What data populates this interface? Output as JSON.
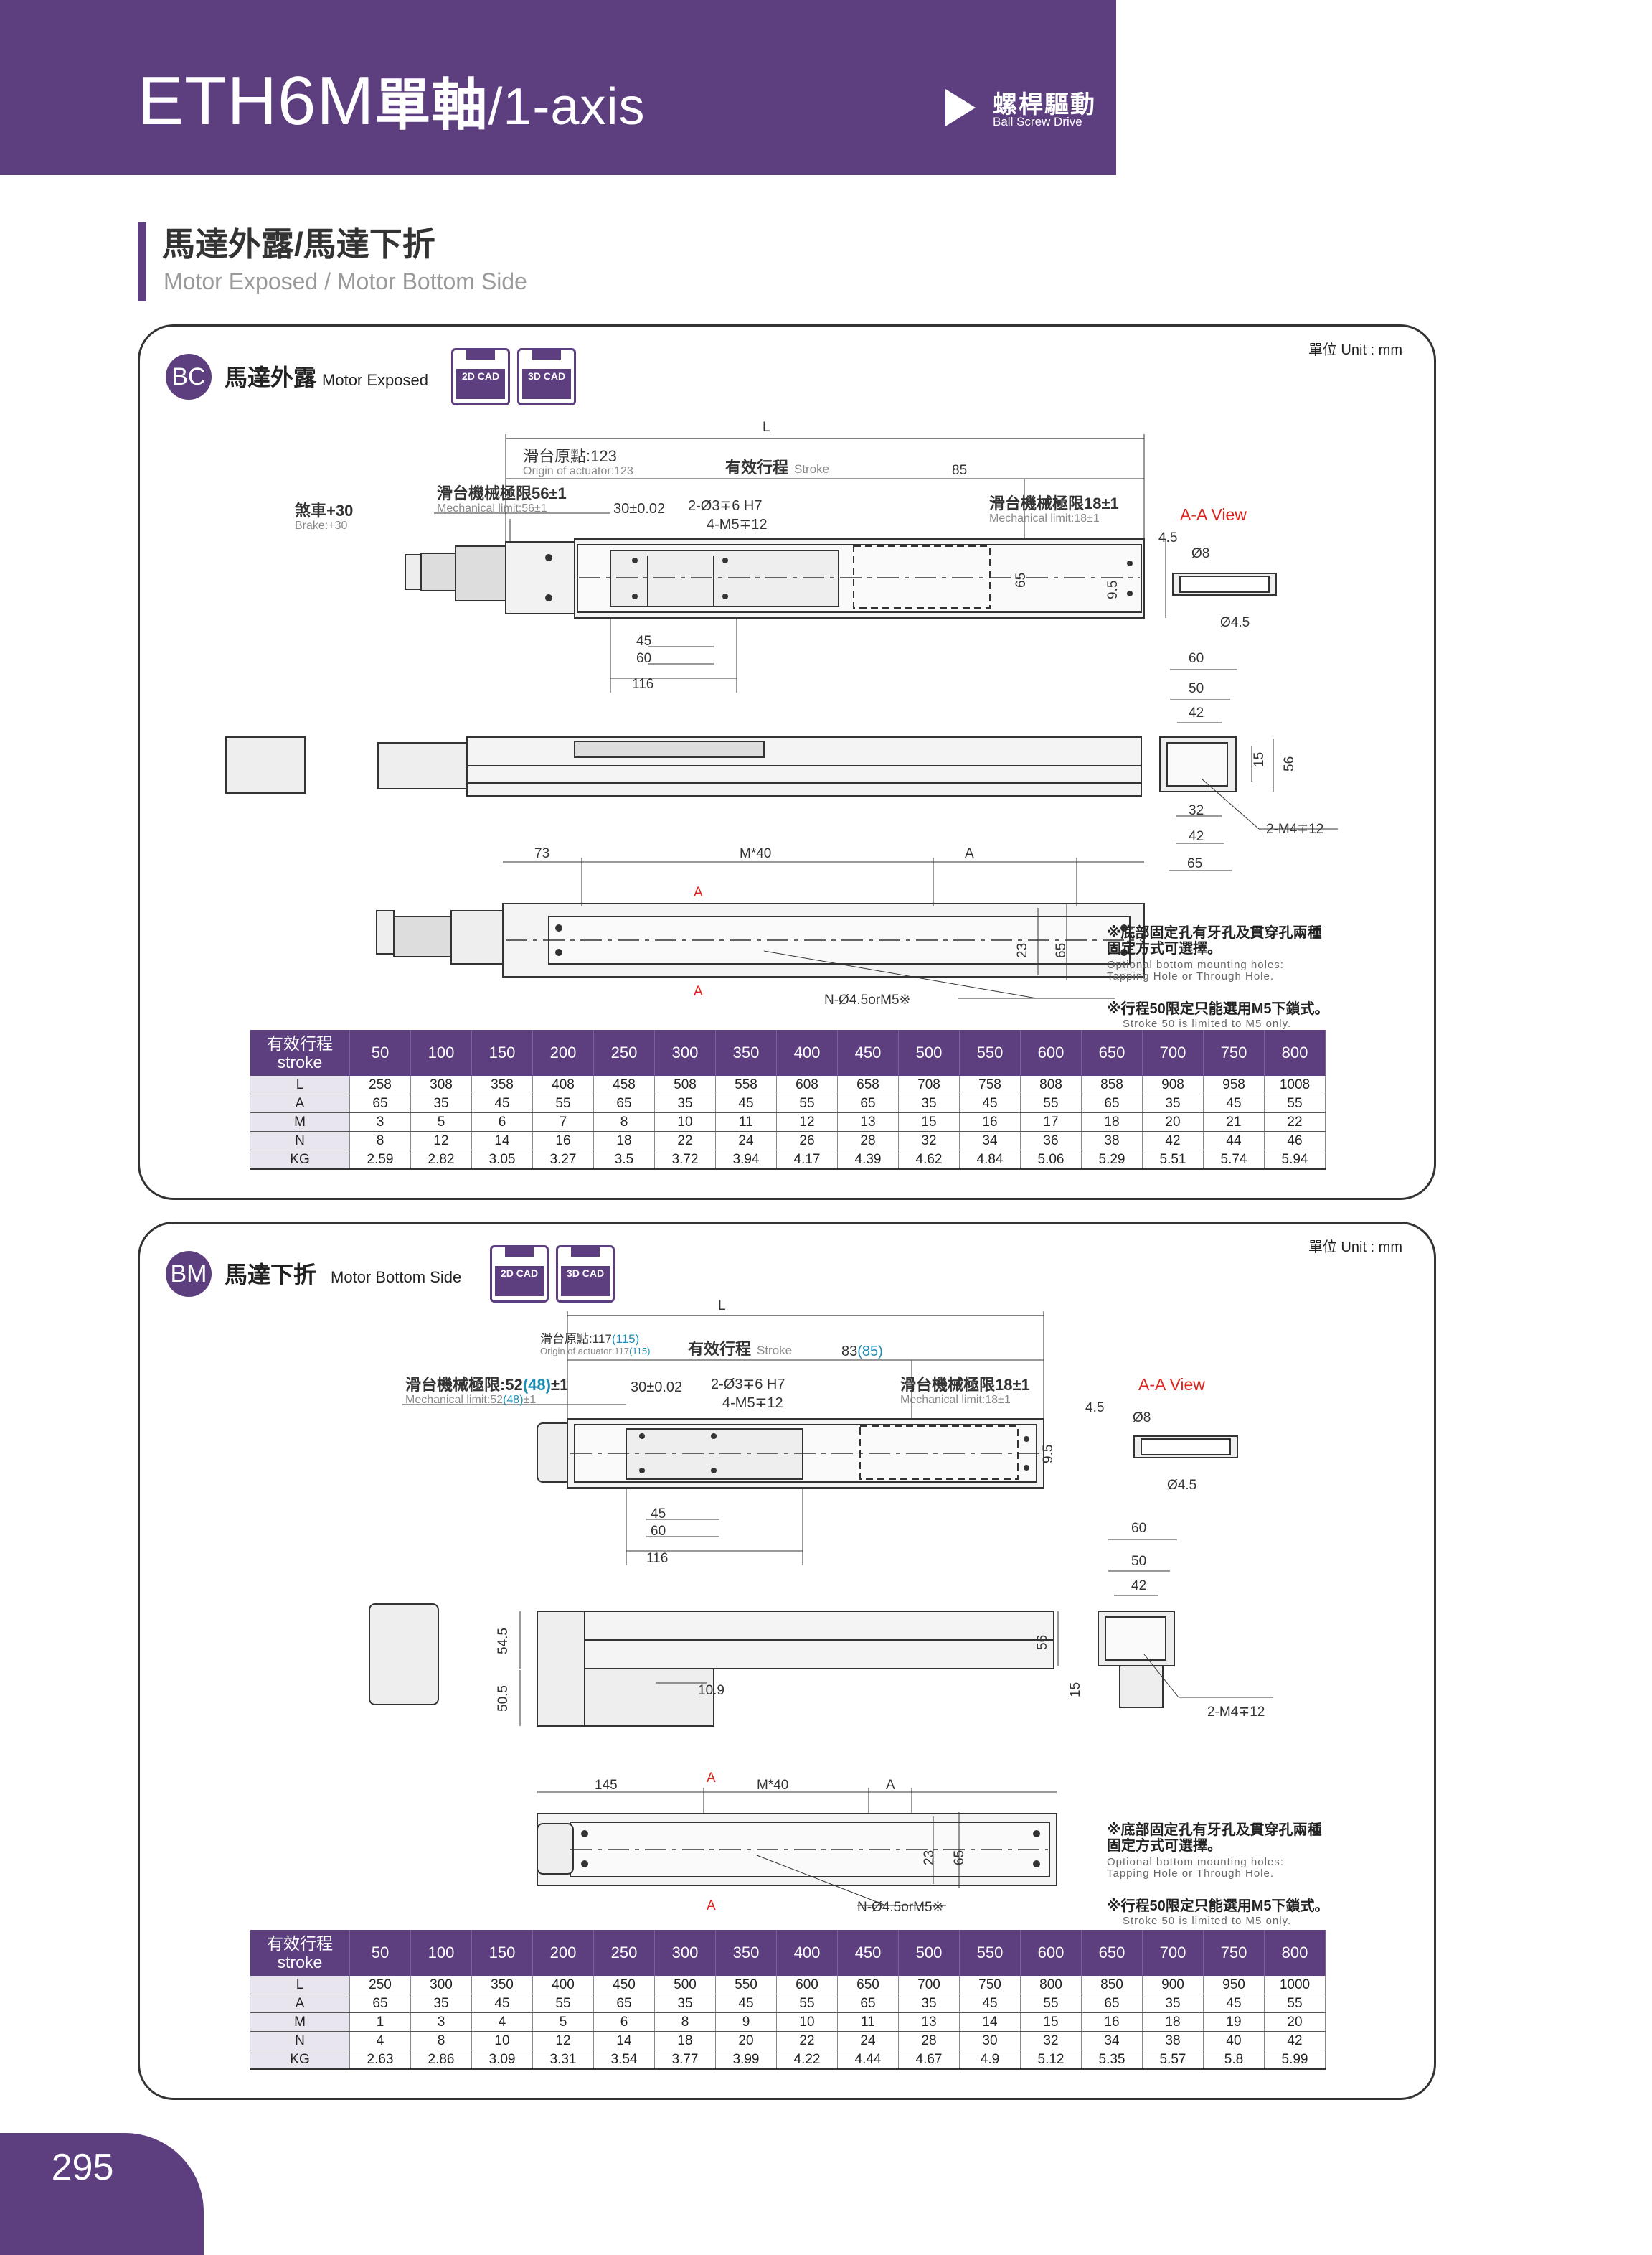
{
  "header": {
    "model": "ETH6M",
    "axis_cn": "單軸",
    "axis_en": "/1-axis",
    "drive_cn": "螺桿驅動",
    "drive_en": "Ball Screw Drive"
  },
  "section": {
    "title_cn": "馬達外露/馬達下折",
    "title_en": "Motor Exposed / Motor Bottom Side"
  },
  "unit_label": "單位 Unit : mm",
  "cad": {
    "label_2d": "2D CAD",
    "label_3d": "3D CAD"
  },
  "colors": {
    "brand": "#5d3f80",
    "accent_red": "#e0231c",
    "accent_blue": "#1a8fb5"
  },
  "bc": {
    "badge": "BC",
    "title_cn": "馬達外露",
    "title_en": "Motor Exposed",
    "dims": {
      "L": "L",
      "origin_cn": "滑台原點:123",
      "origin_en": "Origin of actuator:123",
      "stroke_cn": "有效行程",
      "stroke_en": "Stroke",
      "d85": "85",
      "mech_left_cn": "滑台機械極限56±1",
      "mech_left_en": "Mechanical limit:56±1",
      "brake_cn": "煞車+30",
      "brake_en": "Brake:+30",
      "tol30": "30±0.02",
      "hole_pin": "2-Ø3∓6 H7",
      "hole_m5": "4-M5∓12",
      "mech_right_cn": "滑台機械極限18±1",
      "mech_right_en": "Mechanical limit:18±1",
      "d65": "65",
      "d45": "45",
      "d60": "60",
      "d116": "116",
      "aa_view": "A-A View",
      "d4_5": "4.5",
      "phi8": "Ø8",
      "d9_5": "9.5",
      "phi4_5": "Ø4.5",
      "e60": "60",
      "e50": "50",
      "e42": "42",
      "e15": "15",
      "e56": "56",
      "e32": "32",
      "e42b": "42",
      "e65": "65",
      "m4": "2-M4∓12",
      "b73": "73",
      "bM40": "M*40",
      "bA": "A",
      "secA": "A",
      "secA2": "A",
      "b23": "23",
      "b65": "65",
      "bN": "N-Ø4.5orM5※"
    },
    "note1_cn": "※底部固定孔有牙孔及貫穿孔兩種固定方式可選擇。",
    "note1_en": "Optional bottom mounting holes: Tapping Hole or Through Hole.",
    "note2_cn": "※行程50限定只能選用M5下鎖式。",
    "note2_en": "Stroke 50 is limited to M5 only.",
    "table": {
      "head_cn": "有效行程",
      "head_en": "stroke",
      "strokes": [
        "50",
        "100",
        "150",
        "200",
        "250",
        "300",
        "350",
        "400",
        "450",
        "500",
        "550",
        "600",
        "650",
        "700",
        "750",
        "800"
      ],
      "rows": [
        {
          "label": "L",
          "values": [
            "258",
            "308",
            "358",
            "408",
            "458",
            "508",
            "558",
            "608",
            "658",
            "708",
            "758",
            "808",
            "858",
            "908",
            "958",
            "1008"
          ]
        },
        {
          "label": "A",
          "values": [
            "65",
            "35",
            "45",
            "55",
            "65",
            "35",
            "45",
            "55",
            "65",
            "35",
            "45",
            "55",
            "65",
            "35",
            "45",
            "55"
          ]
        },
        {
          "label": "M",
          "values": [
            "3",
            "5",
            "6",
            "7",
            "8",
            "10",
            "11",
            "12",
            "13",
            "15",
            "16",
            "17",
            "18",
            "20",
            "21",
            "22"
          ]
        },
        {
          "label": "N",
          "values": [
            "8",
            "12",
            "14",
            "16",
            "18",
            "22",
            "24",
            "26",
            "28",
            "32",
            "34",
            "36",
            "38",
            "42",
            "44",
            "46"
          ]
        },
        {
          "label": "KG",
          "values": [
            "2.59",
            "2.82",
            "3.05",
            "3.27",
            "3.5",
            "3.72",
            "3.94",
            "4.17",
            "4.39",
            "4.62",
            "4.84",
            "5.06",
            "5.29",
            "5.51",
            "5.74",
            "5.94"
          ]
        }
      ]
    }
  },
  "bm": {
    "badge": "BM",
    "title_cn": "馬達下折",
    "title_en": "Motor Bottom Side",
    "dims": {
      "L": "L",
      "origin_cn": "滑台原點:117",
      "origin_alt": "(115)",
      "origin_en": "Origin of actuator:117",
      "origin_en_alt": "(115)",
      "stroke_cn": "有效行程",
      "stroke_en": "Stroke",
      "d83": "83",
      "d83_alt": "(85)",
      "mech_left_cn": "滑台機械極限:52",
      "mech_left_alt": "(48)",
      "mech_left_tol": "±1",
      "mech_left_en": "Mechanical limit:52",
      "mech_left_en_alt": "(48)",
      "mech_left_en_tol": "±1",
      "tol30": "30±0.02",
      "hole_pin": "2-Ø3∓6 H7",
      "hole_m5": "4-M5∓12",
      "mech_right_cn": "滑台機械極限18±1",
      "mech_right_en": "Mechanical limit:18±1",
      "d45": "45",
      "d60": "60",
      "d116": "116",
      "aa_view": "A-A View",
      "d4_5": "4.5",
      "phi8": "Ø8",
      "d9_5": "9.5",
      "phi4_5": "Ø4.5",
      "e60": "60",
      "e50": "50",
      "e42": "42",
      "e56": "56",
      "e15": "15",
      "m4": "2-M4∓12",
      "s54_5": "54.5",
      "s50_5": "50.5",
      "s10_9": "10.9",
      "b145": "145",
      "bM40": "M*40",
      "bA": "A",
      "secA": "A",
      "secA2": "A",
      "b23": "23",
      "b65": "65",
      "bN": "N-Ø4.5orM5※"
    },
    "note1_cn": "※底部固定孔有牙孔及貫穿孔兩種固定方式可選擇。",
    "note1_en": "Optional bottom mounting holes: Tapping Hole or Through Hole.",
    "note2_cn": "※行程50限定只能選用M5下鎖式。",
    "note2_en": "Stroke 50 is limited to M5 only.",
    "table": {
      "head_cn": "有效行程",
      "head_en": "stroke",
      "strokes": [
        "50",
        "100",
        "150",
        "200",
        "250",
        "300",
        "350",
        "400",
        "450",
        "500",
        "550",
        "600",
        "650",
        "700",
        "750",
        "800"
      ],
      "rows": [
        {
          "label": "L",
          "values": [
            "250",
            "300",
            "350",
            "400",
            "450",
            "500",
            "550",
            "600",
            "650",
            "700",
            "750",
            "800",
            "850",
            "900",
            "950",
            "1000"
          ]
        },
        {
          "label": "A",
          "values": [
            "65",
            "35",
            "45",
            "55",
            "65",
            "35",
            "45",
            "55",
            "65",
            "35",
            "45",
            "55",
            "65",
            "35",
            "45",
            "55"
          ]
        },
        {
          "label": "M",
          "values": [
            "1",
            "3",
            "4",
            "5",
            "6",
            "8",
            "9",
            "10",
            "11",
            "13",
            "14",
            "15",
            "16",
            "18",
            "19",
            "20"
          ]
        },
        {
          "label": "N",
          "values": [
            "4",
            "8",
            "10",
            "12",
            "14",
            "18",
            "20",
            "22",
            "24",
            "28",
            "30",
            "32",
            "34",
            "38",
            "40",
            "42"
          ]
        },
        {
          "label": "KG",
          "values": [
            "2.63",
            "2.86",
            "3.09",
            "3.31",
            "3.54",
            "3.77",
            "3.99",
            "4.22",
            "4.44",
            "4.67",
            "4.9",
            "5.12",
            "5.35",
            "5.57",
            "5.8",
            "5.99"
          ]
        }
      ]
    }
  },
  "page_number": "295"
}
